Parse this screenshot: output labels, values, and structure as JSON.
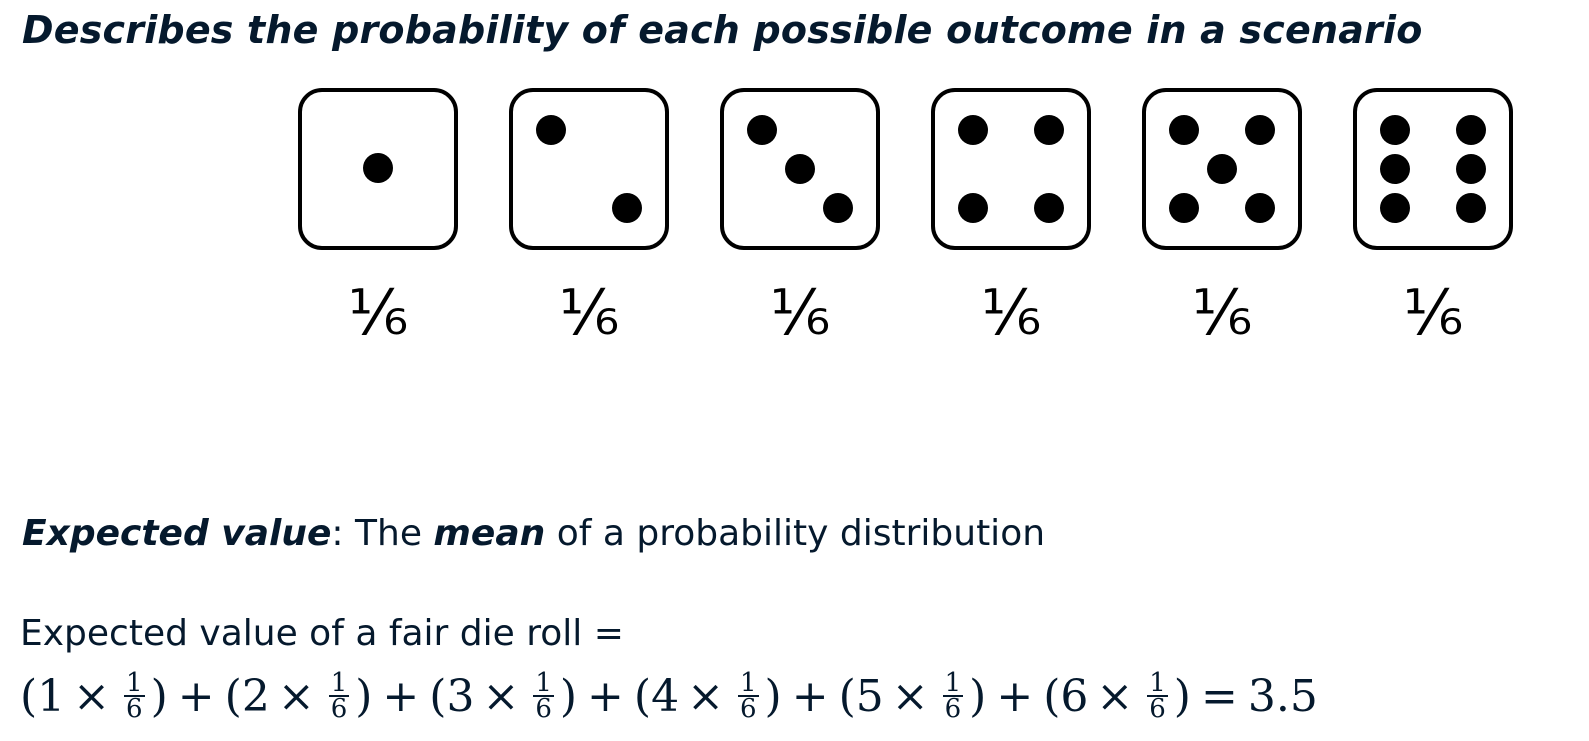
{
  "headline": "Describes the probability of each possible outcome in a scenario",
  "dice": [
    {
      "face": 1,
      "probability": "⅙"
    },
    {
      "face": 2,
      "probability": "⅙"
    },
    {
      "face": 3,
      "probability": "⅙"
    },
    {
      "face": 4,
      "probability": "⅙"
    },
    {
      "face": 5,
      "probability": "⅙"
    },
    {
      "face": 6,
      "probability": "⅙"
    }
  ],
  "definition": {
    "term": "Expected value",
    "colon": ":",
    "the": " The ",
    "mean_word": "mean",
    "rest": " of a probability distribution"
  },
  "expected_value": {
    "label": "Expected value of a fair die roll =",
    "terms": [
      {
        "open": "(",
        "value": "1",
        "times": "×",
        "numerator": "1",
        "denominator": "6",
        "close": ")"
      },
      {
        "open": "(",
        "value": "2",
        "times": "×",
        "numerator": "1",
        "denominator": "6",
        "close": ")"
      },
      {
        "open": "(",
        "value": "3",
        "times": "×",
        "numerator": "1",
        "denominator": "6",
        "close": ")"
      },
      {
        "open": "(",
        "value": "4",
        "times": "×",
        "numerator": "1",
        "denominator": "6",
        "close": ")"
      },
      {
        "open": "(",
        "value": "5",
        "times": "×",
        "numerator": "1",
        "denominator": "6",
        "close": ")"
      },
      {
        "open": "(",
        "value": "6",
        "times": "×",
        "numerator": "1",
        "denominator": "6",
        "close": ")"
      }
    ],
    "plus": "+",
    "equals": "=",
    "result": "3.5"
  },
  "colors": {
    "text": "#05192d",
    "die_stroke": "#000000",
    "pip": "#000000"
  }
}
